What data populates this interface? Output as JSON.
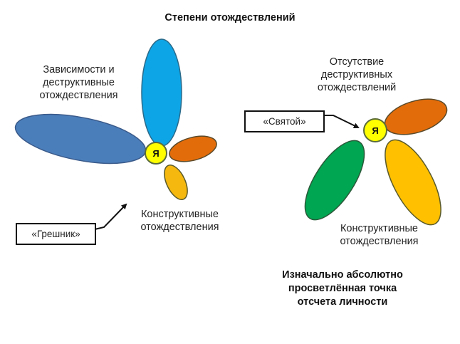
{
  "title": "Степени отождествлений",
  "colors": {
    "light_blue": "#0EA5E6",
    "dark_blue": "#4A7EBB",
    "orange": "#E36C0A",
    "gold": "#F5B80E",
    "gold_right": "#FFC000",
    "green": "#00A651",
    "center_yellow": "#FFFF00",
    "outline": "#5A6B3A"
  },
  "left": {
    "center_label": "Я",
    "top_label": [
      "Зависимости и",
      "деструктивные",
      "отождествления"
    ],
    "bottom_label": [
      "Конструктивные",
      "отождествления"
    ],
    "callout": "«Грешник»"
  },
  "right": {
    "center_label": "Я",
    "top_label": [
      "Отсутствие",
      "деструктивных",
      "отождествлений"
    ],
    "bottom_label": [
      "Конструктивные",
      "отождествления"
    ],
    "callout": "«Святой»"
  },
  "note": [
    "Изначально абсолютно",
    "просветлённая точка",
    "отсчета личности"
  ]
}
